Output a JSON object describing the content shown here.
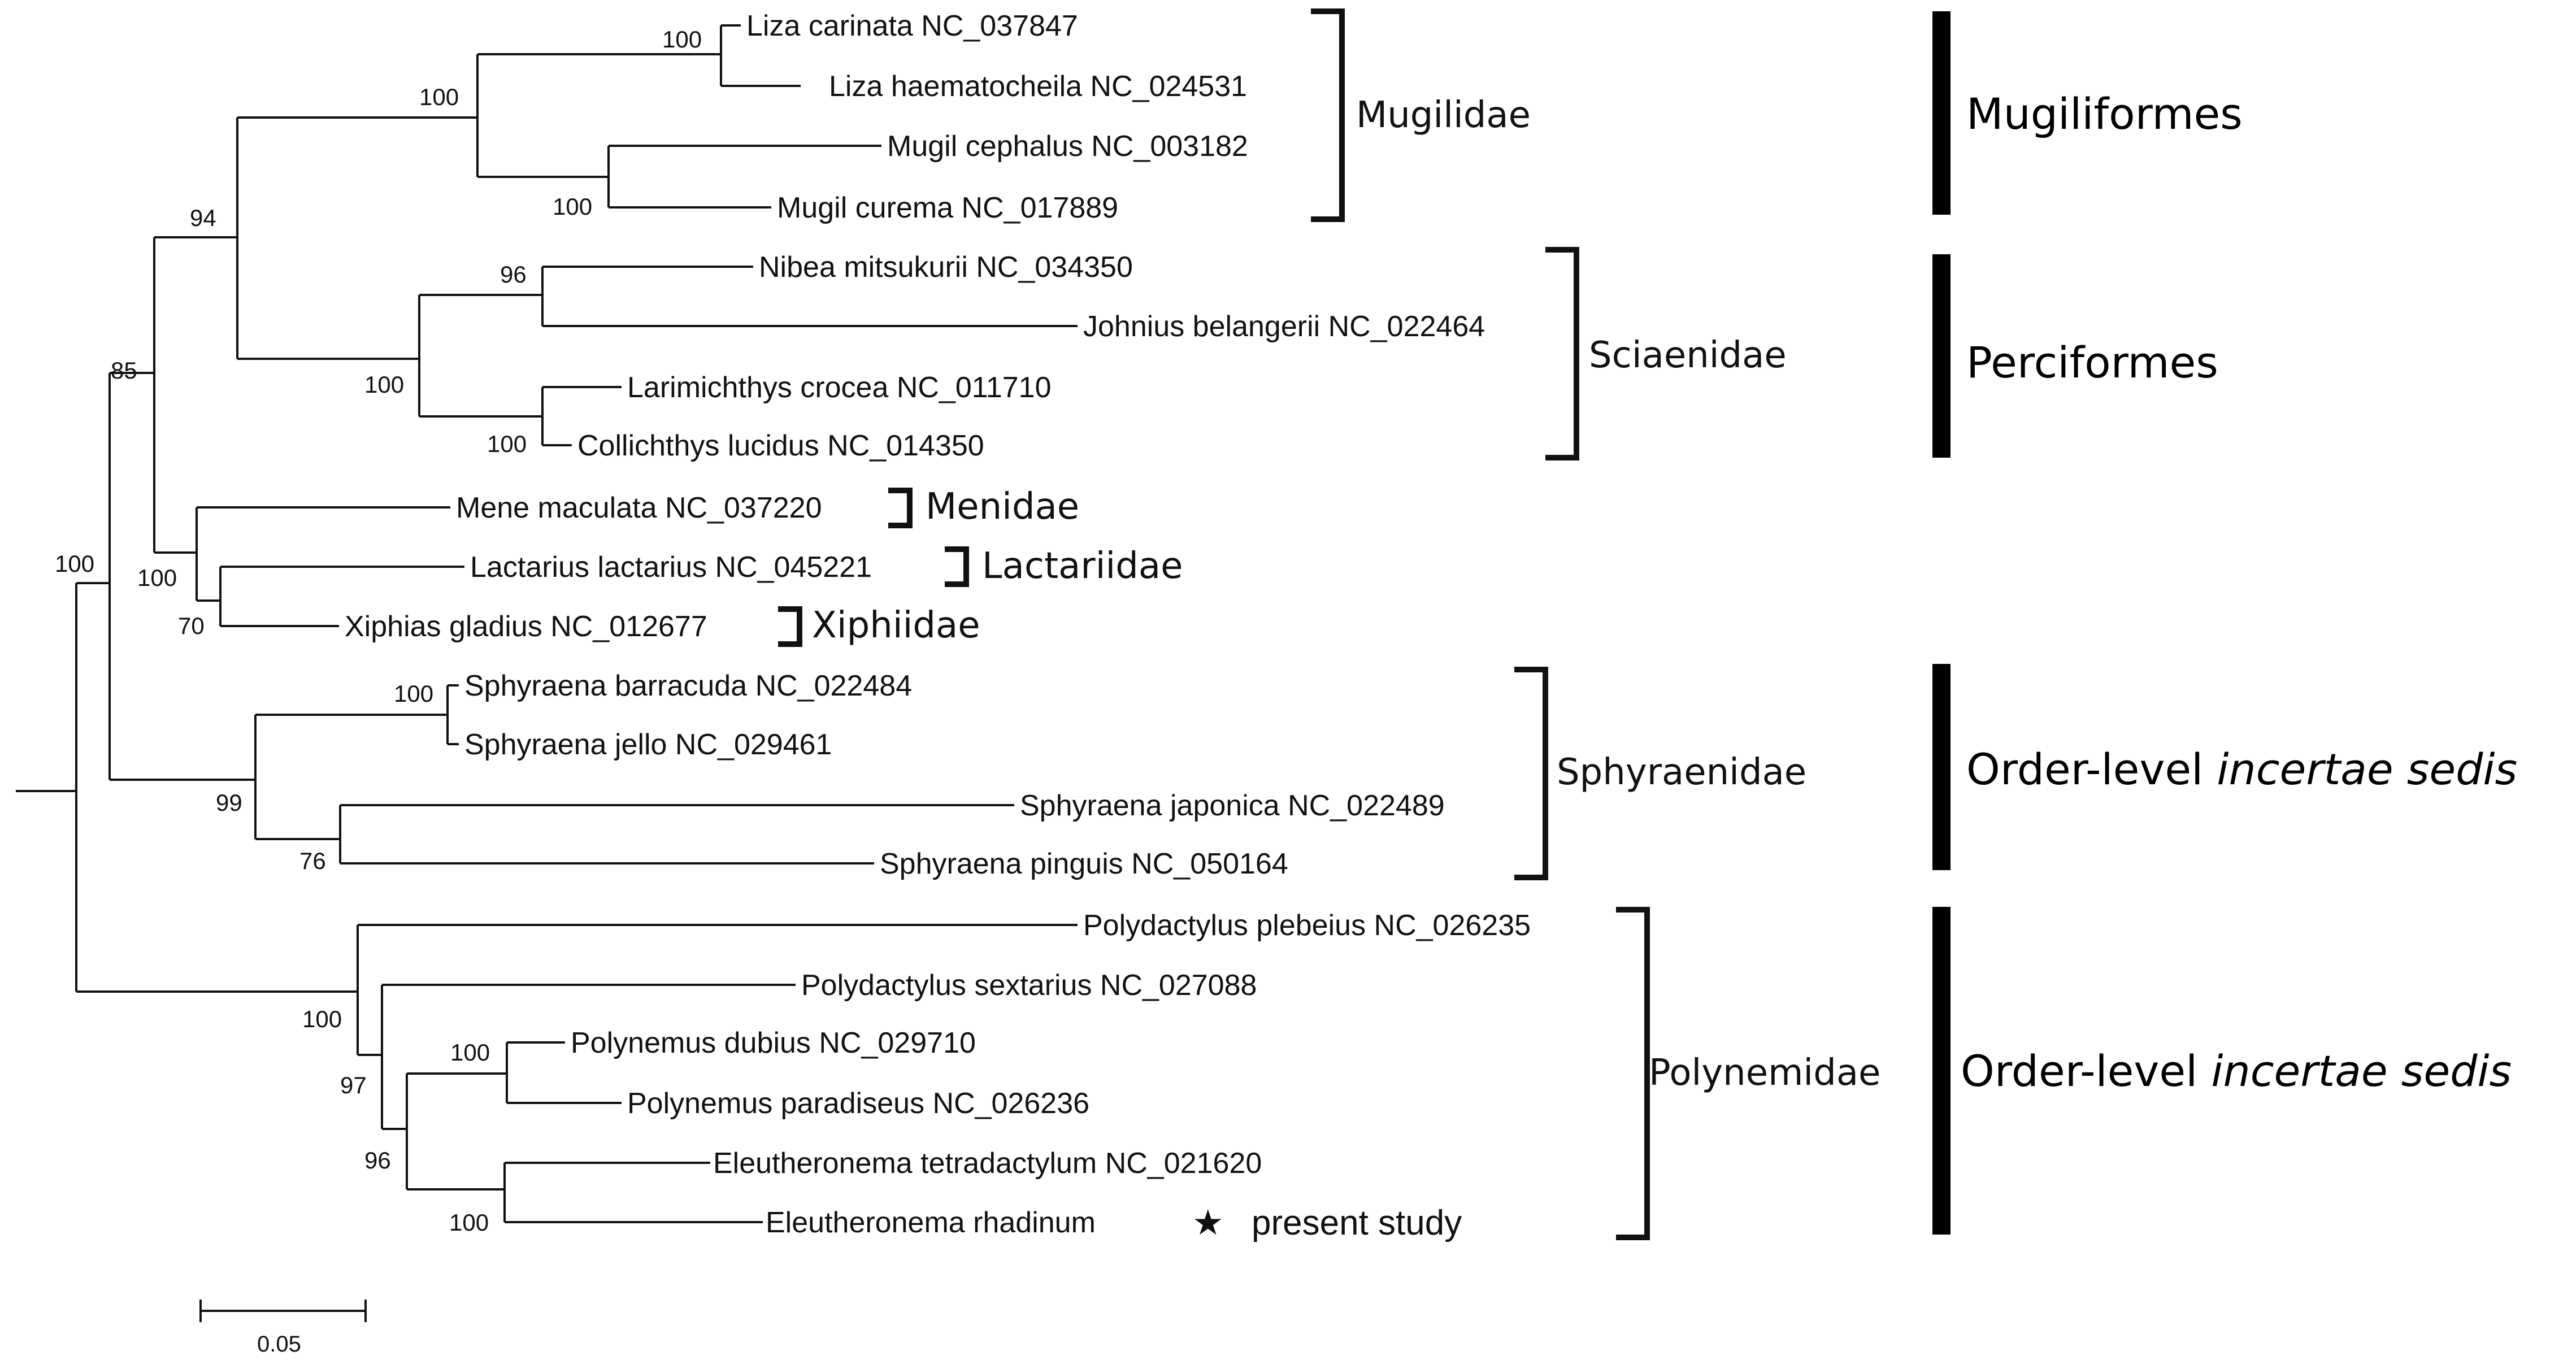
{
  "scale_bar": {
    "label": "0.05"
  },
  "taxa": [
    "Liza carinata NC_037847",
    "Liza haematocheila NC_024531",
    "Mugil cephalus NC_003182",
    "Mugil curema NC_017889",
    "Nibea mitsukurii NC_034350",
    "Johnius belangerii NC_022464",
    "Larimichthys crocea NC_011710",
    "Collichthys lucidus NC_014350",
    "Mene maculata NC_037220",
    "Lactarius lactarius NC_045221",
    "Xiphias gladius NC_012677",
    "Sphyraena barracuda NC_022484",
    "Sphyraena jello NC_029461",
    "Sphyraena japonica NC_022489",
    "Sphyraena pinguis NC_050164",
    "Polydactylus plebeius NC_026235",
    "Polydactylus sextarius NC_027088",
    "Polynemus dubius NC_029710",
    "Polynemus paradiseus NC_026236",
    "Eleutheronema tetradactylum NC_021620",
    "Eleutheronema rhadinum"
  ],
  "support_values": [
    "100",
    "100",
    "100",
    "94",
    "96",
    "100",
    "100",
    "85",
    "100",
    "70",
    "100",
    "100",
    "99",
    "76",
    "100",
    "97",
    "100",
    "96",
    "100"
  ],
  "families": [
    "Mugilidae",
    "Sciaenidae",
    "Menidae",
    "Lactariidae",
    "Xiphiidae",
    "Sphyraenidae",
    "Polynemidae"
  ],
  "orders": [
    {
      "main": "Mugiliformes",
      "italic": ""
    },
    {
      "main": "Perciformes",
      "italic": ""
    },
    {
      "main": "Order-level ",
      "italic": "incertae sedis"
    },
    {
      "main": "Order-level ",
      "italic": "incertae sedis"
    }
  ],
  "star": {
    "symbol": "★",
    "label": "present study"
  }
}
